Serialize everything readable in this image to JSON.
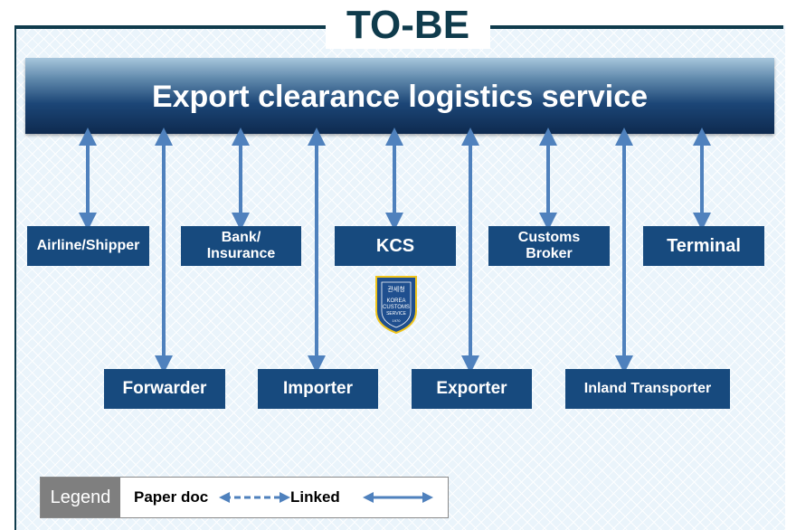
{
  "title": "TO-BE",
  "banner": "Export clearance logistics service",
  "top_nodes": {
    "airline": "Airline/Shipper",
    "bank_line1": "Bank/",
    "bank_line2": "Insurance",
    "kcs": "KCS",
    "broker_line1": "Customs",
    "broker_line2": "Broker",
    "terminal": "Terminal"
  },
  "bottom_nodes": {
    "forwarder": "Forwarder",
    "importer": "Importer",
    "exporter": "Exporter",
    "inland": "Inland Transporter"
  },
  "kcs_logo": {
    "korean": "관세청",
    "line1": "KOREA",
    "line2": "CUSTOMS",
    "line3": "SERVICE",
    "year": "1970"
  },
  "legend": {
    "label": "Legend",
    "paper": "Paper doc",
    "linked": "Linked"
  },
  "colors": {
    "node": "#174a7e",
    "arrow": "#4f81bd",
    "title": "#0f3b4c"
  }
}
